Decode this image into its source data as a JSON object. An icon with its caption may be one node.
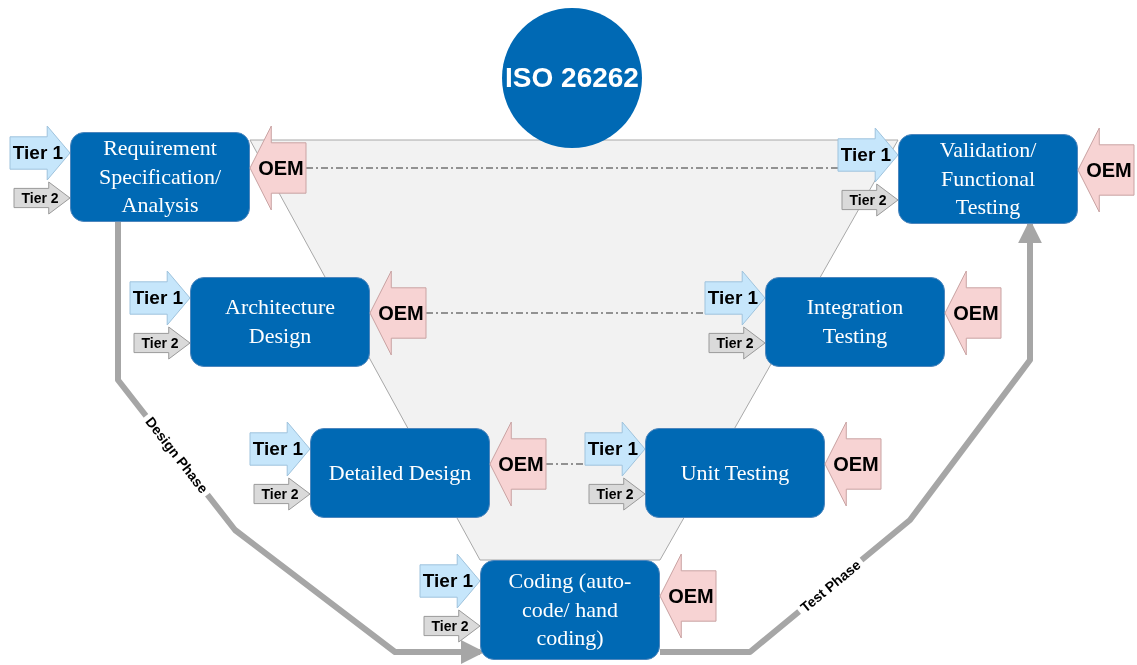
{
  "diagram": {
    "nodes": [
      {
        "text": [
          "ISO 26262"
        ]
      },
      {
        "text": [
          "Tier 1"
        ]
      },
      {
        "text": [
          "Tier 2"
        ]
      },
      {
        "text": [
          "Requirement Specification/ Analysis"
        ]
      },
      {
        "text": [
          "OEM"
        ]
      },
      {
        "text": [
          "Tier 1"
        ]
      },
      {
        "text": [
          "Tier 2"
        ]
      },
      {
        "text": [
          "Validation/ Functional Testing"
        ]
      },
      {
        "text": [
          "OEM"
        ]
      },
      {
        "text": [
          "Tier 1"
        ]
      },
      {
        "text": [
          "Tier 2"
        ]
      },
      {
        "text": [
          "Architecture Design"
        ]
      },
      {
        "text": [
          "OEM"
        ]
      },
      {
        "text": [
          "Tier 1"
        ]
      },
      {
        "text": [
          "Tier 2"
        ]
      },
      {
        "text": [
          "Integration Testing"
        ]
      },
      {
        "text": [
          "OEM"
        ]
      },
      {
        "text": [
          "Tier 1"
        ]
      },
      {
        "text": [
          "Tier 2"
        ]
      },
      {
        "text": [
          "Detailed Design"
        ]
      },
      {
        "text": [
          "OEM"
        ]
      },
      {
        "text": [
          "Tier 1"
        ]
      },
      {
        "text": [
          "Tier 2"
        ]
      },
      {
        "text": [
          "Unit Testing"
        ]
      },
      {
        "text": [
          "OEM"
        ]
      },
      {
        "text": [
          "Tier 1"
        ]
      },
      {
        "text": [
          "Tier 2"
        ]
      },
      {
        "text": [
          "Coding (auto-code/ hand coding)"
        ]
      },
      {
        "text": [
          "OEM"
        ]
      }
    ],
    "edges": [
      {
        "from": 4,
        "to": 5,
        "arrow": "none",
        "style": "dashed"
      },
      {
        "from": 12,
        "to": 13,
        "arrow": "none",
        "style": "dashed"
      },
      {
        "from": 20,
        "to": 21,
        "arrow": "none",
        "style": "dashed"
      },
      {
        "from": 3,
        "to": 27,
        "arrow": "to",
        "label": "Design Phase",
        "style": "thick",
        "color": "#a6a6a6"
      },
      {
        "from": 27,
        "to": 7,
        "arrow": "to",
        "label": "Test Phase",
        "style": "thick",
        "color": "#a6a6a6"
      }
    ]
  }
}
